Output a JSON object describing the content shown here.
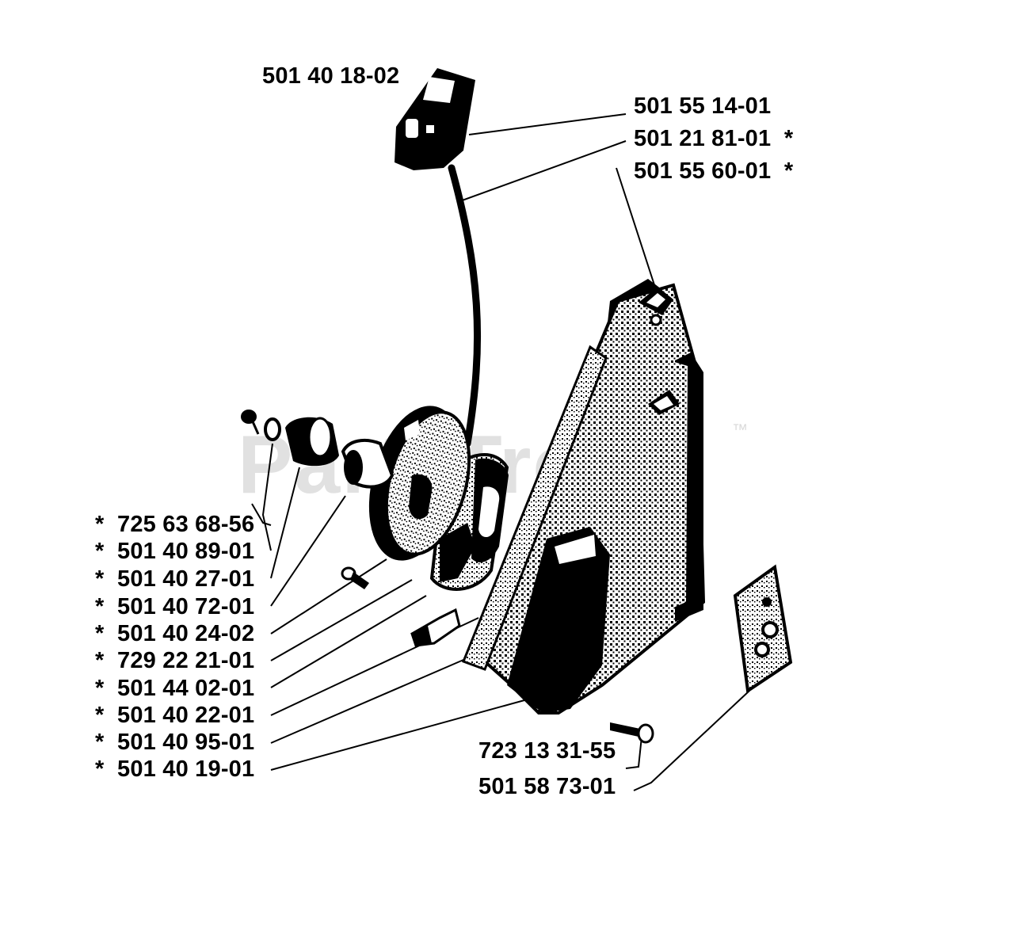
{
  "watermark": {
    "text": "PartsTree",
    "trademark": "™"
  },
  "labels": {
    "top_left": "501 40 18-02",
    "top_right_1": "501 55 14-01",
    "top_right_2": "501 21 81-01  *",
    "top_right_3": "501 55 60-01  *",
    "left_1": "*  725 63 68-56",
    "left_2": "*  501 40 89-01",
    "left_3": "*  501 40 27-01",
    "left_4": "*  501 40 72-01",
    "left_5": "*  501 40 24-02",
    "left_6": "*  729 22 21-01",
    "left_7": "*  501 44 02-01",
    "left_8": "*  501 40 22-01",
    "left_9": "*  501 40 95-01",
    "left_10": "*  501 40 19-01",
    "bottom_1": "723 13 31-55",
    "bottom_2": "501 58 73-01"
  },
  "colors": {
    "ink": "#000000",
    "paper": "#ffffff",
    "watermark": "#c9c9c9"
  }
}
